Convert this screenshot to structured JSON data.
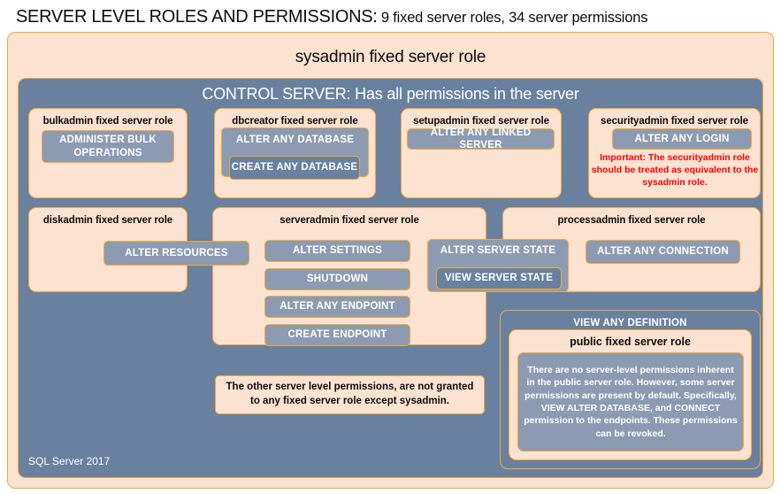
{
  "title": {
    "main": "SERVER LEVEL ROLES AND PERMISSIONS:",
    "sub": " 9 fixed server roles, 34 server permissions"
  },
  "outer": {
    "sysadmin_label": "sysadmin  fixed  server  role",
    "control_server_label": "CONTROL SERVER: Has all permissions in the server",
    "footer": "SQL Server 2017"
  },
  "roles": {
    "bulkadmin": {
      "title": "bulkadmin  fixed server role",
      "permissions": [
        "ADMINISTER  BULK OPERATIONS"
      ]
    },
    "dbcreator": {
      "title": "dbcreator fixed server role",
      "permissions": [
        "ALTER  ANY DATABASE",
        "CREATE  ANY DATABASE"
      ]
    },
    "setupadmin": {
      "title": "setupadmin fixed server role",
      "permissions": [
        "ALTER ANY LINKED SERVER"
      ]
    },
    "securityadmin": {
      "title": "securityadmin  fixed server role",
      "permissions": [
        "ALTER ANY LOGIN"
      ],
      "note": "Important:  The securityadmin role should  be treated  as equivalent to the  sysadmin role."
    },
    "diskadmin": {
      "title": "diskadmin  fixed server role",
      "permissions": [
        "ALTER RESOURCES"
      ]
    },
    "serveradmin": {
      "title": "serveradmin fixed server role",
      "permissions": [
        "ALTER SETTINGS",
        "SHUTDOWN",
        "ALTER ANY ENDPOINT",
        "CREATE  ENDPOINT"
      ]
    },
    "shared": {
      "alter_server_state": "ALTER SERVER  STATE",
      "view_server_state": "VIEW  SERVER  STATE"
    },
    "processadmin": {
      "title": "processadmin  fixed server role",
      "permissions": [
        "ALTER ANY CONNECTION"
      ]
    },
    "public": {
      "view_any_definition": "VIEW  ANY DEFINITION",
      "title": "public  fixed server role",
      "note": "There are no server-level permissions inherent in the public server role. However, some server permissions are present by default. Specifically, VIEW ALTER DATABASE, and CONNECT permission to the endpoints. These permissions can be revoked."
    }
  },
  "notes": {
    "other_permissions": "The other server level permissions,  are not granted to any fixed server role except sysadmin."
  },
  "colors": {
    "peach": "#FBE2D1",
    "slate": "#69809F",
    "permission": "#8C9BB2",
    "border": "#F2A93B",
    "warning": "#FF0000"
  }
}
